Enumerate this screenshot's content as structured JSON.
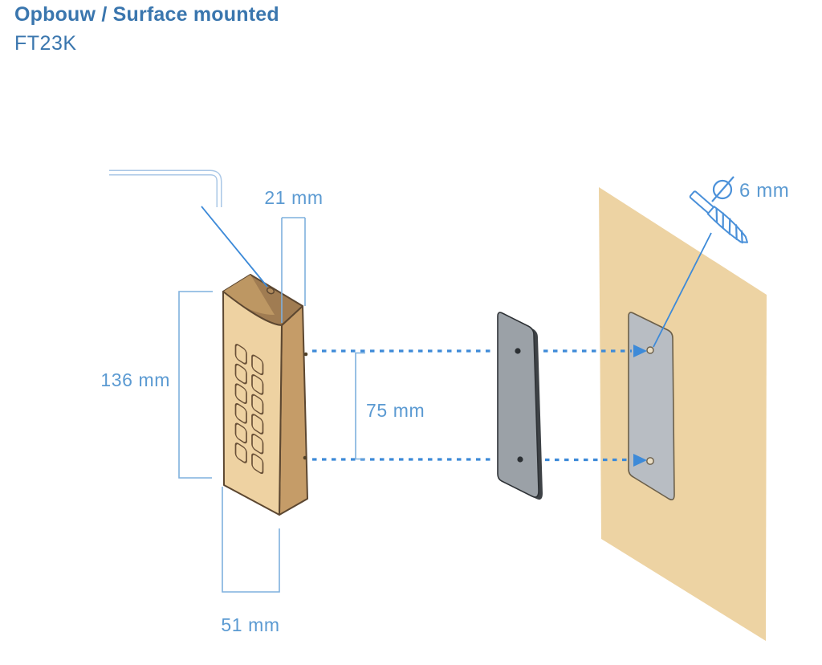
{
  "header": {
    "title": "Opbouw / Surface mounted",
    "model": "FT23K"
  },
  "diagram": {
    "dimensions": {
      "depth": "21 mm",
      "height": "136 mm",
      "hole_spacing": "75 mm",
      "width": "51 mm",
      "drill_diameter": "6 mm"
    },
    "diameter_symbol": "⌀",
    "icons": [
      "allen-key-icon",
      "drill-bit-icon",
      "diameter-symbol-icon",
      "arrow-right-icon"
    ],
    "parts": [
      "keypad-device",
      "mounting-plate",
      "wall-panel"
    ]
  },
  "theme": {
    "title-blue": "#3a76ae",
    "dim-blue": "#5b9ad2",
    "dim-line-blue": "#7fb0de",
    "dash-blue": "#3d8ad8",
    "tool-blue": "#a9c7e6",
    "drill-blue": "#4a90d9",
    "wall-tan": "#edd3a3",
    "wall-region-gray": "#b8bdc3",
    "wall-region-outline": "#6b5f4a",
    "plate-gray": "#9ba1a7",
    "plate-dark": "#3e4246",
    "plate-outline": "#2e3236",
    "device-front": "#eed2a2",
    "device-side": "#c59c68",
    "device-top": "#a07c52",
    "device-top-light": "#bd9763",
    "device-outline": "#5c4731",
    "button-outline": "#6a5138",
    "hole-dark": "#2c3034",
    "hole-light": "#e9ddc4"
  }
}
